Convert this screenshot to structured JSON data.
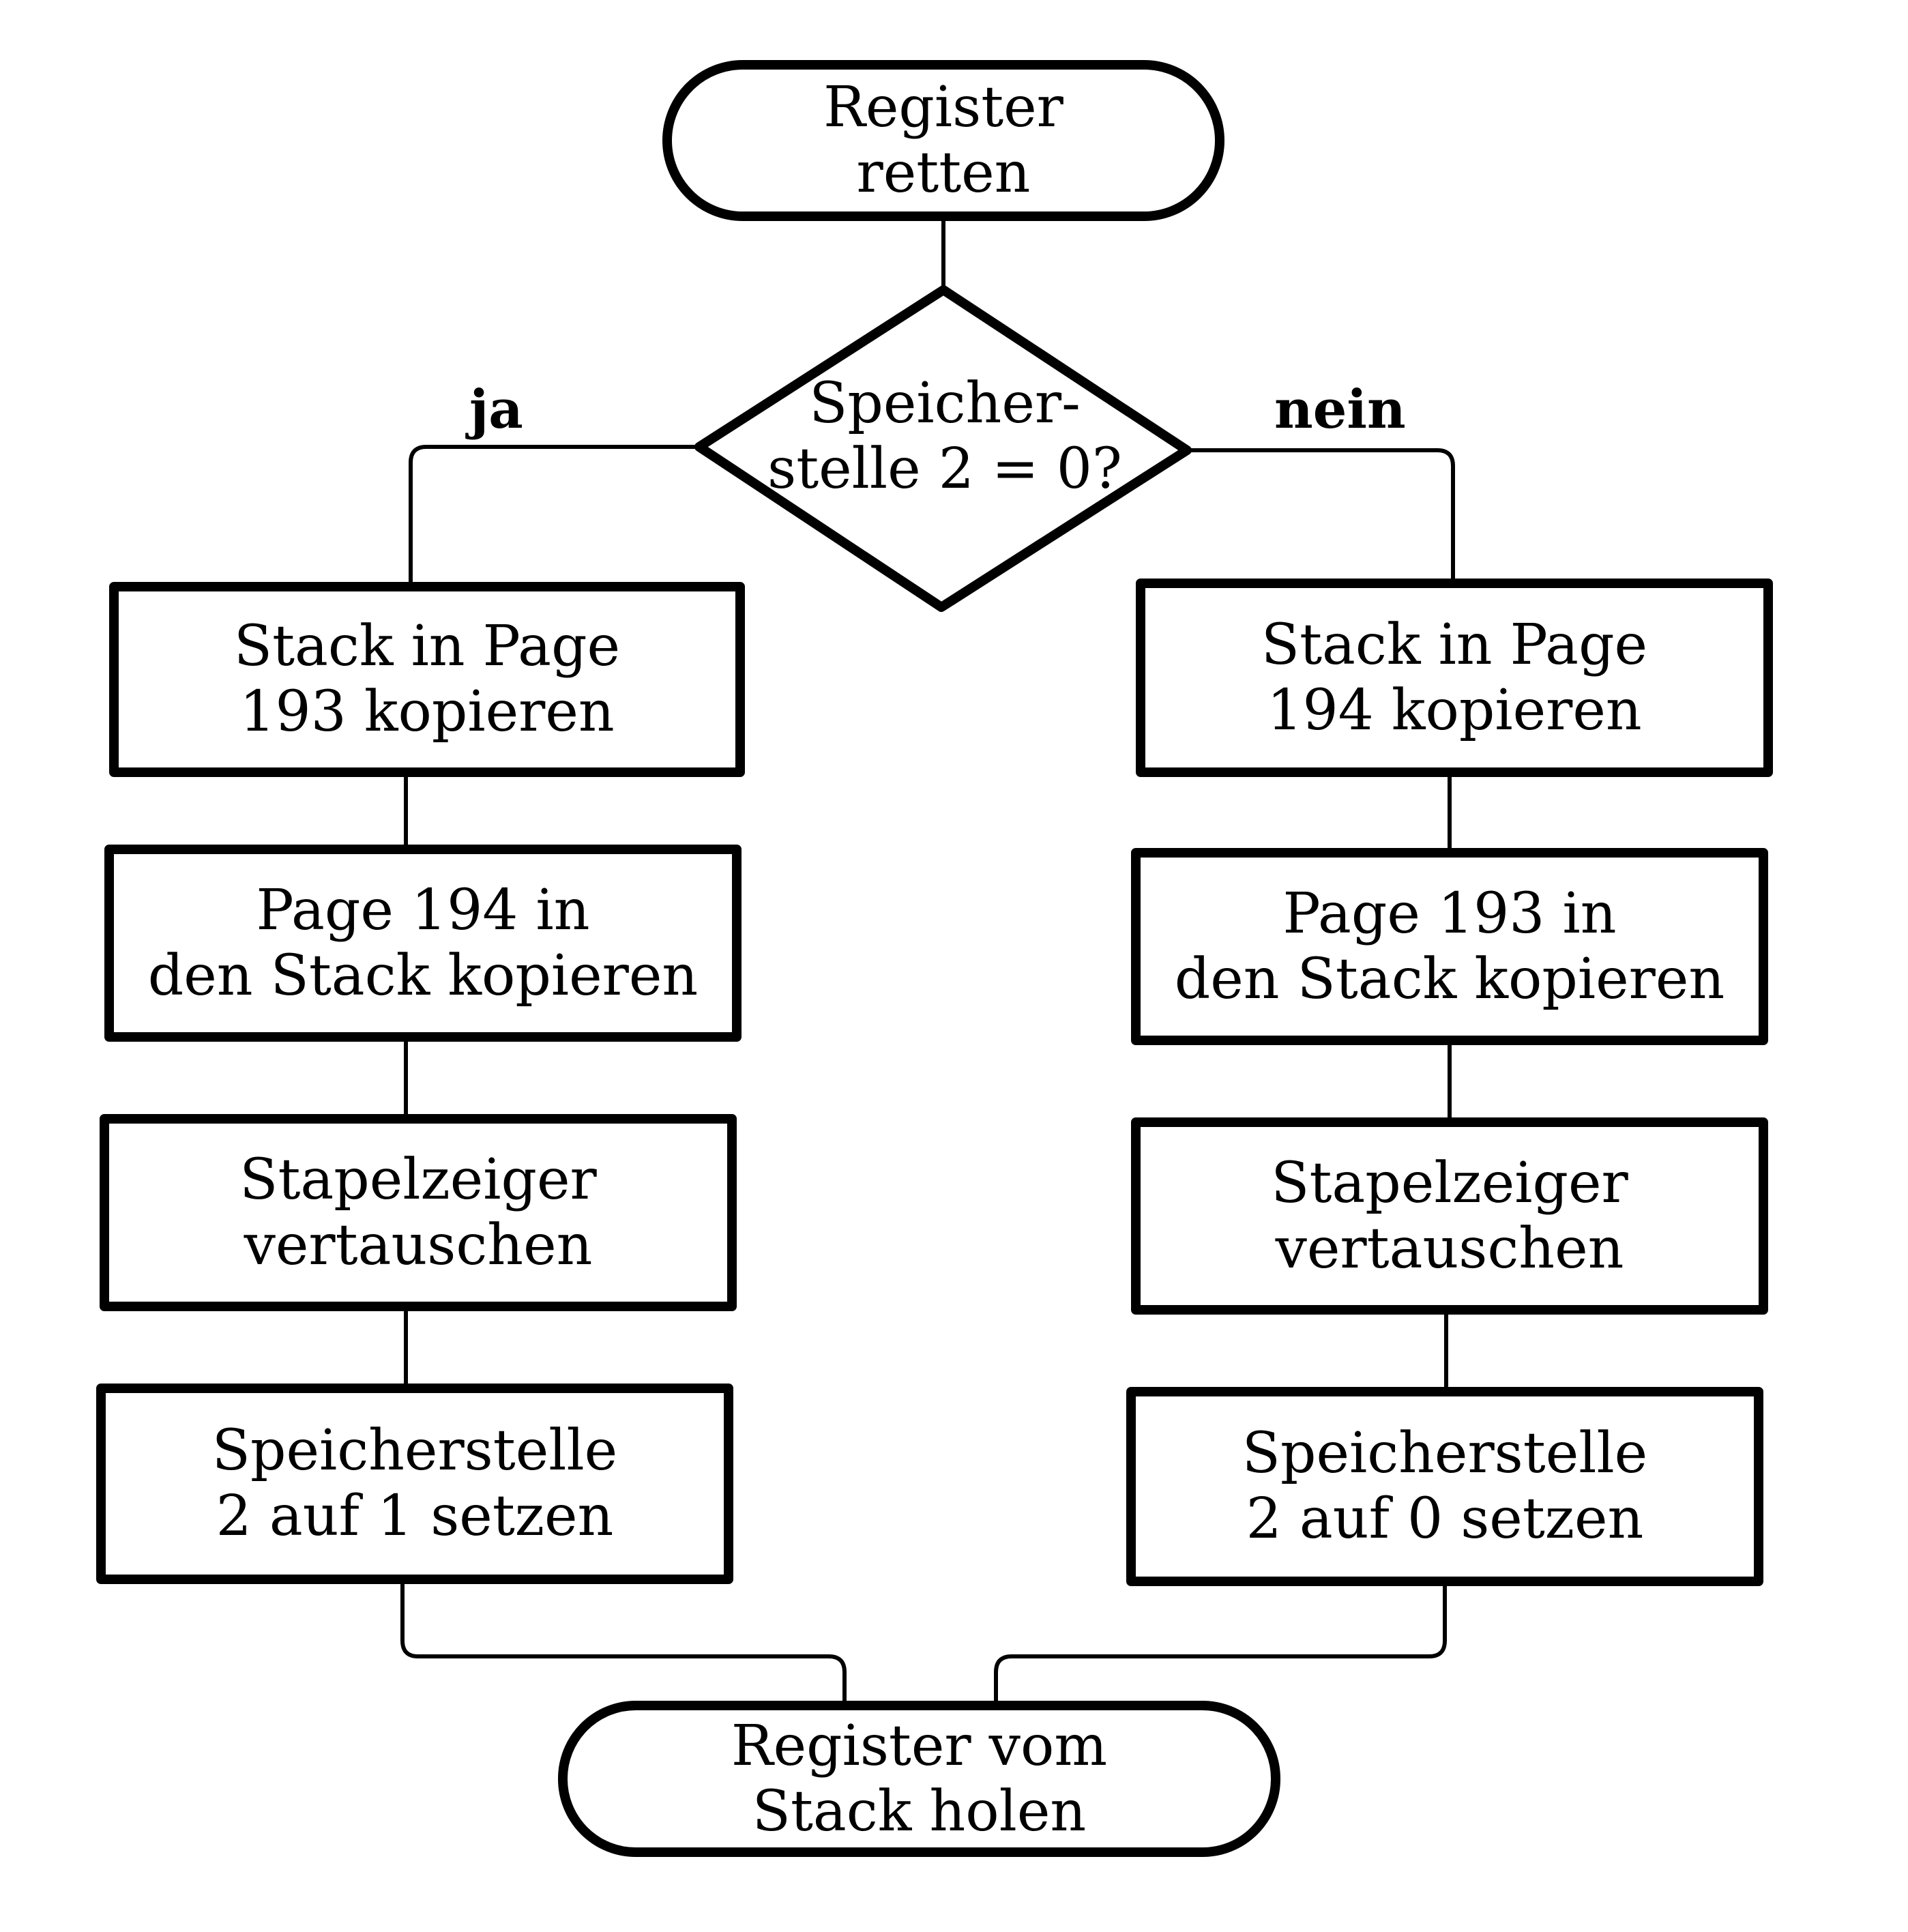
{
  "diagram": {
    "type": "flowchart",
    "start": {
      "line1": "Register",
      "line2": "retten"
    },
    "decision": {
      "line1": "Speicher-",
      "line2": "stelle 2 = 0?"
    },
    "branch_yes": "ja",
    "branch_no": "nein",
    "left_steps": [
      {
        "line1": "Stack in Page",
        "line2": "193 kopieren"
      },
      {
        "line1": "Page 194 in",
        "line2": "den Stack kopieren"
      },
      {
        "line1": "Stapelzeiger",
        "line2": "vertauschen"
      },
      {
        "line1": "Speicherstelle",
        "line2": "2 auf 1 setzen"
      }
    ],
    "right_steps": [
      {
        "line1": "Stack in Page",
        "line2": "194 kopieren"
      },
      {
        "line1": "Page 193 in",
        "line2": "den Stack kopieren"
      },
      {
        "line1": "Stapelzeiger",
        "line2": "vertauschen"
      },
      {
        "line1": "Speicherstelle",
        "line2": "2 auf 0 setzen"
      }
    ],
    "end": {
      "line1": "Register vom",
      "line2": "Stack holen"
    }
  }
}
